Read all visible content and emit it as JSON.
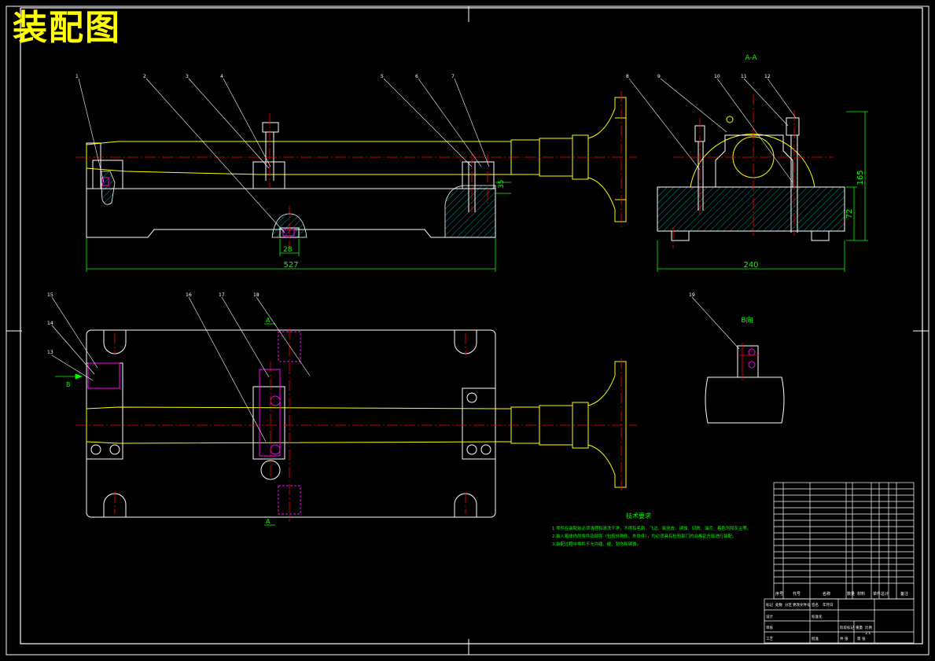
{
  "title": "装配图",
  "views": {
    "side_view_label": "A-A",
    "detail_view_label": "B向",
    "top_section_label_top": "A",
    "top_section_label_bottom": "A",
    "arrow_label": "B"
  },
  "dimensions": {
    "front_length": "527",
    "front_small_width": "28",
    "front_height": "35",
    "side_width": "240",
    "side_height_total": "165",
    "side_height_lower": "72"
  },
  "balloons": [
    "1",
    "2",
    "3",
    "4",
    "5",
    "6",
    "7",
    "8",
    "9",
    "10",
    "11",
    "12",
    "13",
    "14",
    "15",
    "16",
    "17",
    "18",
    "19"
  ],
  "tech_requirements": {
    "heading": "技术要求",
    "lines": [
      "1.零件在装配前必须清理和清洗干净，不得有毛刺、飞边、氧化皮、锈蚀、切屑、油污、着色剂和灰尘等。",
      "2.装入箱体内的零件及部件（包括外购件、外协件），均必须具有检验部门的合格证方能进行装配。",
      "3.装配过程中零件不允许磕、碰、划伤和锈蚀。"
    ]
  },
  "title_block": {
    "header_cols": [
      "序号",
      "代号",
      "名称",
      "数量",
      "材料",
      "单件",
      "总计",
      "备注"
    ],
    "footer_labels": [
      "标记",
      "处数",
      "分区",
      "更改文件号",
      "签名",
      "年月日",
      "设计",
      "标准化",
      "阶段标记",
      "重量",
      "比例",
      "审核",
      "工艺",
      "批准",
      "共 张",
      "第 张"
    ],
    "scale": "1:1"
  },
  "colors": {
    "background": "#000000",
    "outline": "#ffffff",
    "centerline": "#ff0000",
    "part": "#ffff00",
    "hatch": "#00c0c0",
    "dimension": "#00ff00",
    "highlight": "#ff00ff"
  }
}
